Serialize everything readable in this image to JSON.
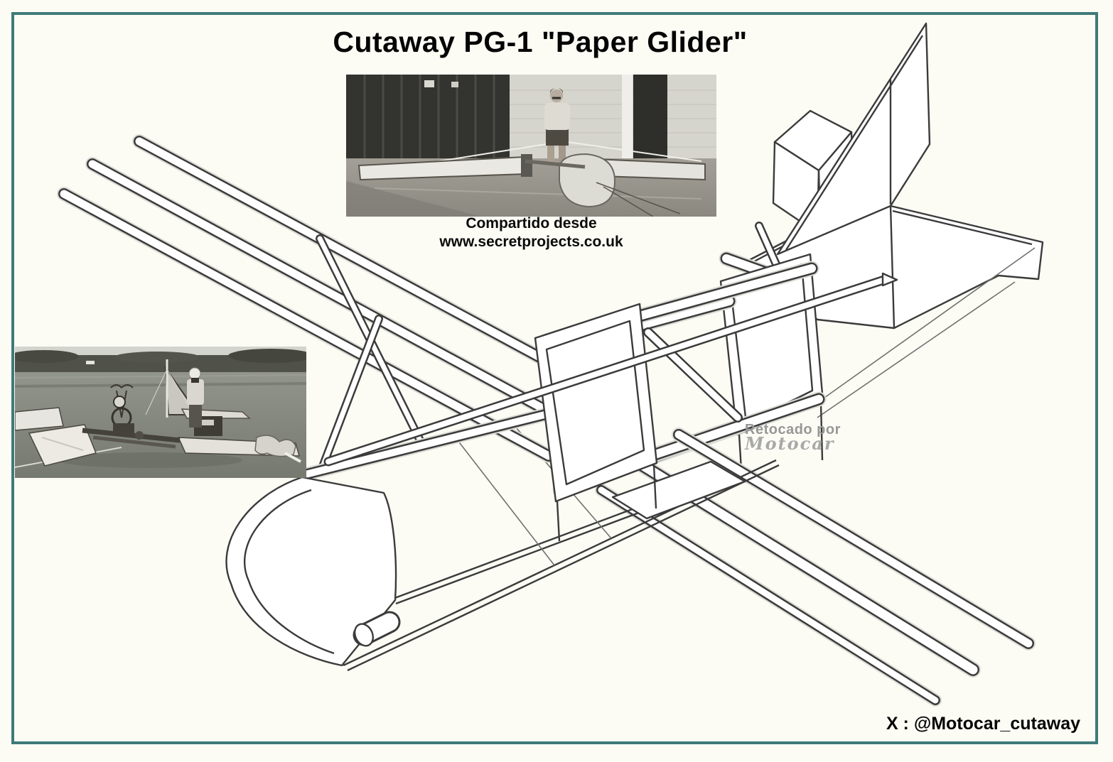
{
  "page": {
    "title": "Cutaway PG-1 \"Paper Glider\"",
    "caption_line1": "Compartido desde",
    "caption_line2": "www.secretprojects.co.uk",
    "watermark_line1": "Retocado por",
    "watermark_line2": "Motocar",
    "footer_credit": "X : @Motocar_cutaway"
  },
  "photos": {
    "top": {
      "alt": "Black-and-white photo: man standing behind the assembled PG-1 paper glider outside a hangar"
    },
    "left": {
      "alt": "Black-and-white photo: PG-1 glider resting on a grass airfield with pilot standing behind"
    }
  },
  "drawing": {
    "alt": "Isometric cutaway line drawing of the PG-1 Paper Glider airframe"
  },
  "colors": {
    "frame_border": "#3e7b79",
    "background": "#fcfcf5",
    "ink": "#3b3b3b",
    "watermark_gray": "#979797",
    "text_black": "#050505"
  }
}
